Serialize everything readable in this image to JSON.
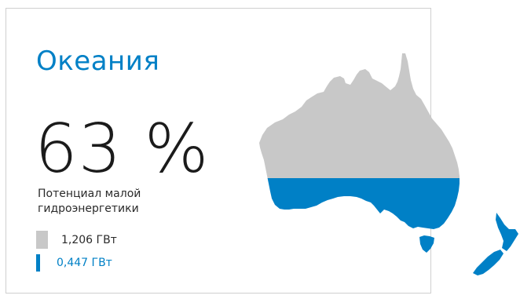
{
  "region": {
    "title": "Океания"
  },
  "stats": {
    "percent": "63 %",
    "caption_line1": "Потенциал малой",
    "caption_line2": "гидроэнергетики"
  },
  "legend": {
    "total": {
      "label": "1,206 ГВт",
      "color": "#c8c8c8"
    },
    "developed": {
      "label": "0,447 ГВт",
      "color": "#0080c6"
    }
  },
  "colors": {
    "accent": "#0080c6",
    "neutral": "#c8c8c8",
    "border": "#cfcfcf"
  }
}
